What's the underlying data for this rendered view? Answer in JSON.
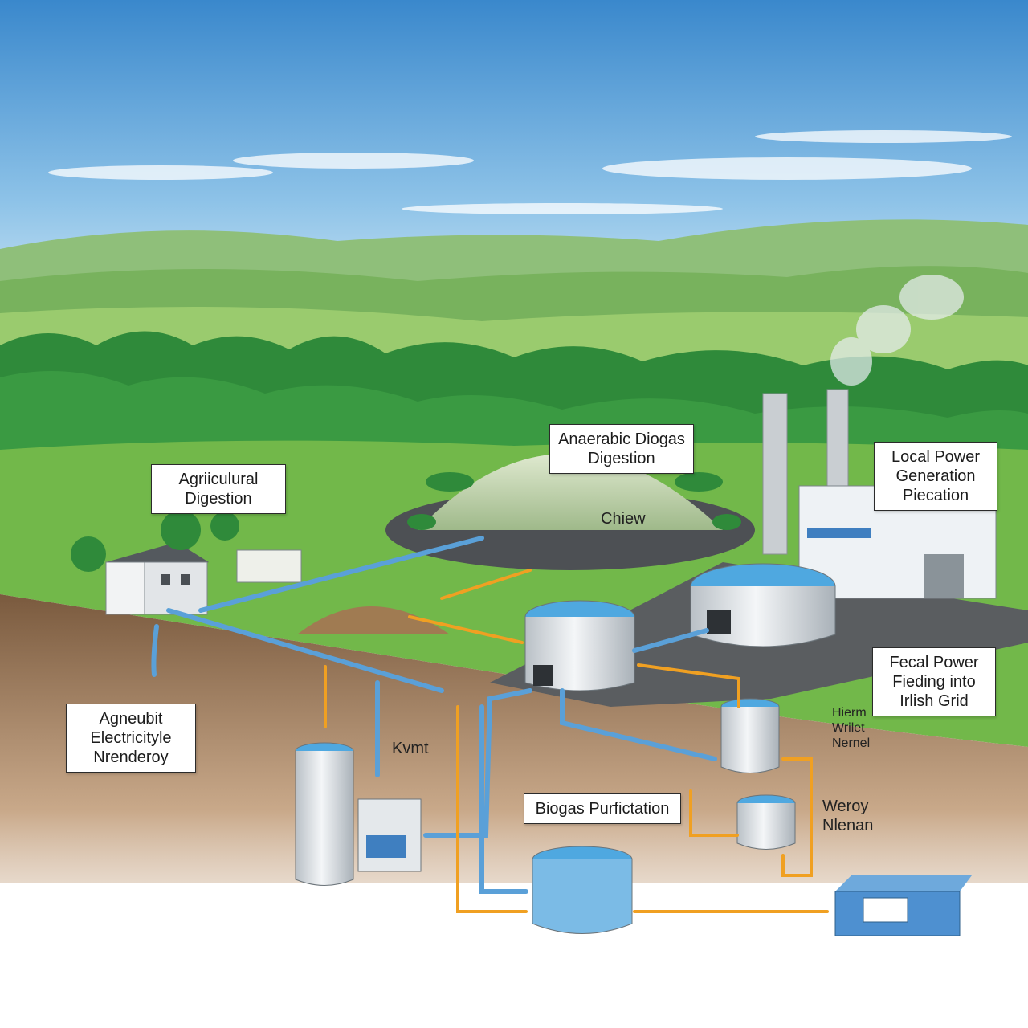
{
  "callouts": {
    "agri_digestion": [
      "Agriiculural",
      "Digestion"
    ],
    "anaerobic": [
      "Anaerabic Diogas",
      "Digestion"
    ],
    "local_power": [
      "Local Power",
      "Generation",
      "Piecation"
    ],
    "feeding_grid": [
      "Fecal Power",
      "Fieding into",
      "Irlish Grid"
    ],
    "electricity_memory": [
      "Agneubit",
      "Electricityle",
      "Nrenderoy"
    ],
    "biogas_purification": [
      "Biogas Purfictation"
    ]
  },
  "labels": {
    "chiew": "Chiew",
    "kvmt": "Kvmt",
    "hierm": [
      "Hierm",
      "Wrilet",
      "Nernel"
    ],
    "weroy": [
      "Weroy",
      "Nlenan"
    ]
  },
  "colors": {
    "sky_top": "#3f8fd0",
    "sky_bottom": "#cfe6f4",
    "grass": "#6fb545",
    "hill_far": "#7fb56a",
    "soil": "#8a6a4d",
    "pipe_blue": "#5aa0d8",
    "pipe_orange": "#f0a022",
    "water": "#4fa8e0",
    "tank": "#e6e9ec",
    "trees": "#2f8a3a"
  },
  "icons": [
    "tank-icon",
    "pipe-icon",
    "arrow-icon",
    "chimney-icon",
    "house-icon",
    "container-icon"
  ]
}
